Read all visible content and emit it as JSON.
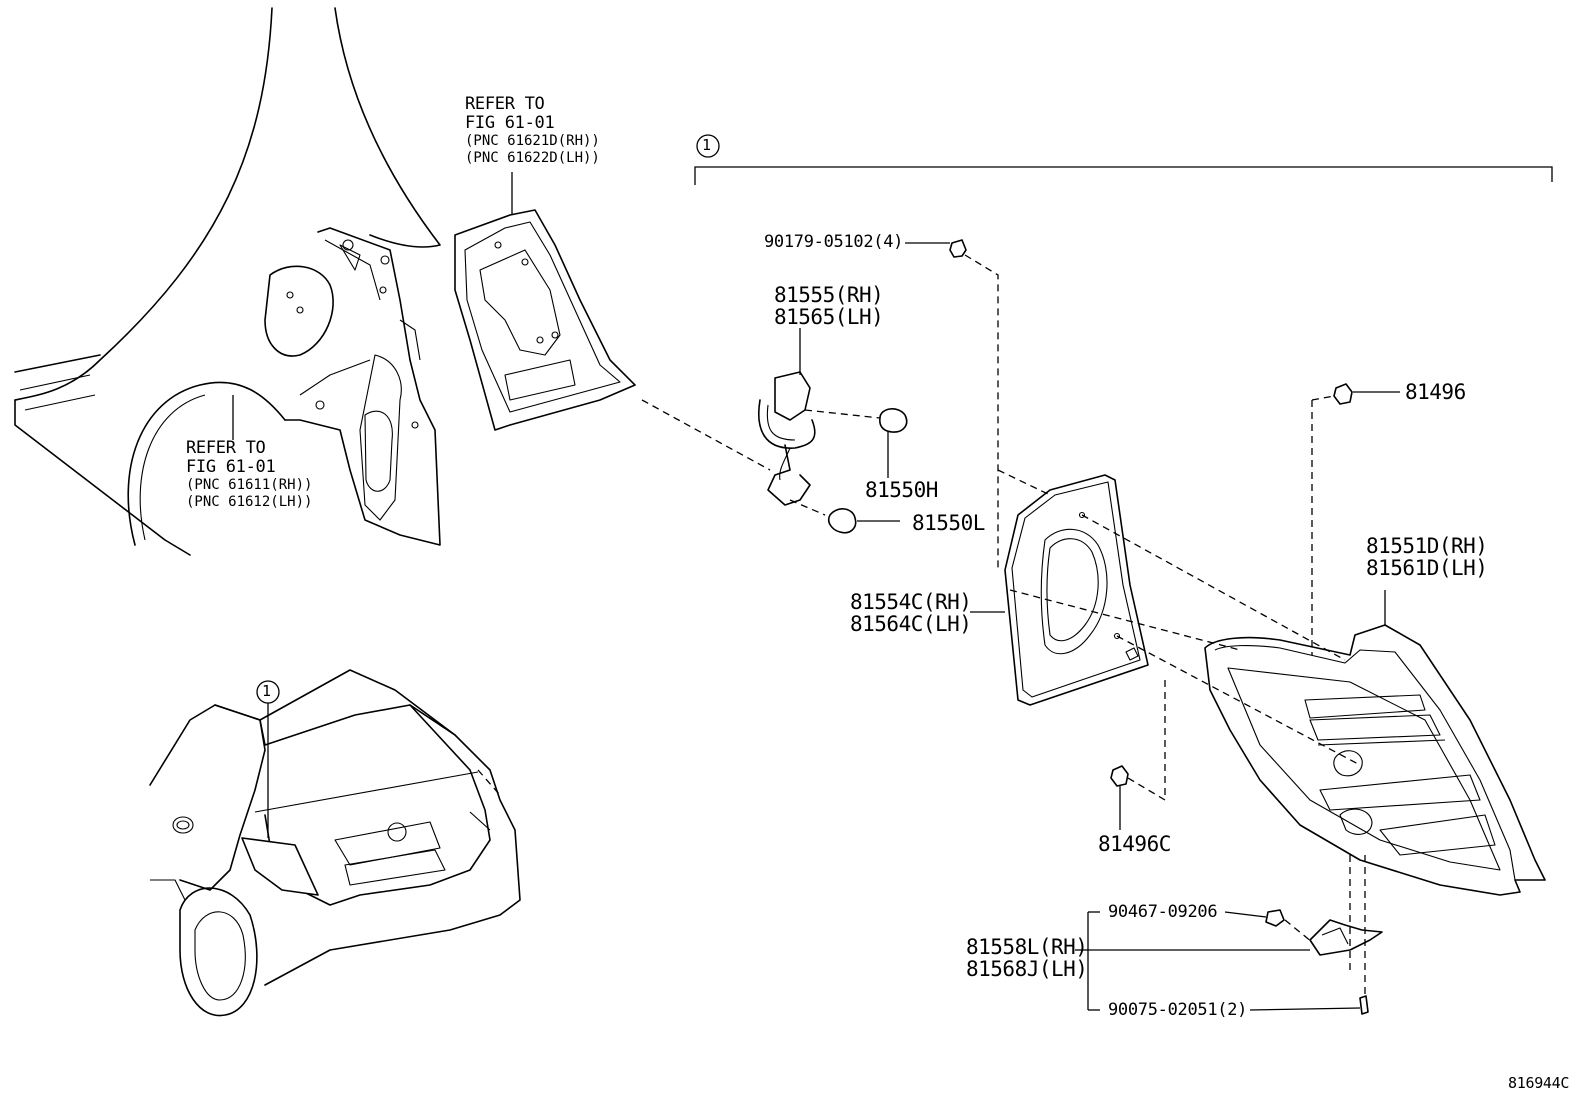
{
  "refer_upper": {
    "line1": "REFER TO",
    "line2": "FIG 61-01",
    "line3": "(PNC 61621D(RH))",
    "line4": "(PNC 61622D(LH))"
  },
  "refer_lower": {
    "line1": "REFER TO",
    "line2": "FIG 61-01",
    "line3": "(PNC 61611(RH))",
    "line4": "(PNC 61612(LH))"
  },
  "callout_marker": "1",
  "parts": {
    "p90179": "90179-05102(4)",
    "p81555": "81555(RH)",
    "p81565": "81565(LH)",
    "p81550H": "81550H",
    "p81550L": "81550L",
    "p81496": "81496",
    "p81551D": "81551D(RH)",
    "p81561D": "81561D(LH)",
    "p81554C": "81554C(RH)",
    "p81564C": "81564C(LH)",
    "p81496C": "81496C",
    "p90467": "90467-09206",
    "p81558L": "81558L(RH)",
    "p81568J": "81568J(LH)",
    "p90075": "90075-02051(2)"
  },
  "illustration_id": "816944C"
}
